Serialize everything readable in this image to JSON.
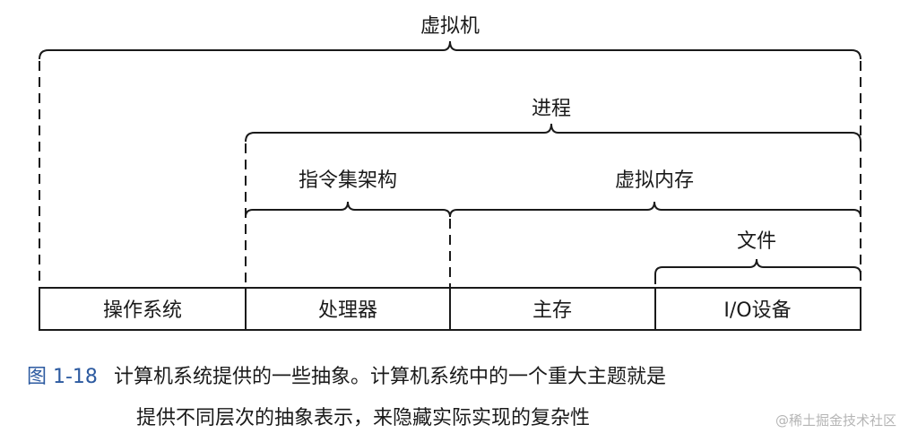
{
  "labels": {
    "vm": "虚拟机",
    "process": "进程",
    "isa": "指令集架构",
    "vmem": "虚拟内存",
    "file": "文件"
  },
  "boxes": [
    "操作系统",
    "处理器",
    "主存",
    "I/O设备"
  ],
  "caption": {
    "figure_number": "图 1-18",
    "line1": "计算机系统提供的一些抽象。计算机系统中的一个重大主题就是",
    "line2": "提供不同层次的抽象表示，来隐藏实际实现的复杂性"
  },
  "watermark": "@稀土掘金技术社区"
}
